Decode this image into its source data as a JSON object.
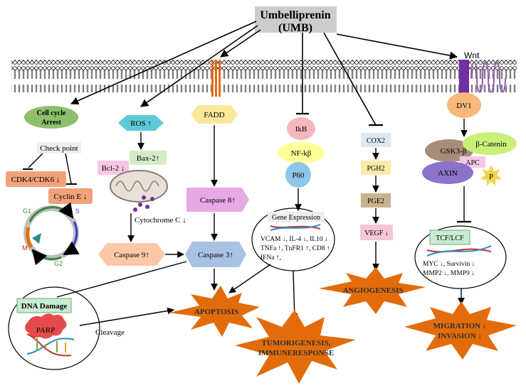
{
  "header": {
    "title_line1": "Umbelliprenin",
    "title_line2": "(UMB)"
  },
  "cell_cycle": {
    "arrest_line1": "Cell cycle",
    "arrest_line2": "Arrest",
    "checkpoint": "Check point",
    "cdk": "CDK4/CDK6 ↓",
    "cyclin": "Cyclin E ↓",
    "phases": {
      "g1": "G1",
      "s": "S",
      "g2": "G2",
      "m": "M"
    }
  },
  "ros_pathway": {
    "ros": "ROS ↑",
    "bax": "Bax-2↑",
    "bcl": "Bcl-2 ↓",
    "cytochrome": "Cytochrome  C ↓",
    "caspase9": "Caspase  9↑"
  },
  "fadd_pathway": {
    "fadd": "FADD",
    "caspase8": "Caspase 8↑",
    "caspase3": "Caspase  3↑"
  },
  "dna_damage": {
    "title": "DNA Damage",
    "parp": "PARP",
    "cleavage": "Cleavage"
  },
  "nfkb_pathway": {
    "ikb": "IkB",
    "nfkb": "NF-kβ",
    "p60": "P60",
    "gene_expression": "Gene Expression",
    "genes_line1": "VCAM ↓, IL-4 ↓, IL10 ↓",
    "genes_line2": "TNFa ↑, TnFR1 ↑, CD8 ↑",
    "genes_line3": "IFNa ↑,"
  },
  "cox_pathway": {
    "cox2": "COX2",
    "pgh2": "PGH2",
    "pge2": "PGE2",
    "vegf": "VEGF ↓"
  },
  "wnt_pathway": {
    "wnt": "Wnt",
    "dv1": "DV1",
    "gsk": "GSK3-β",
    "catenin": "β-Catenin",
    "apc": "APC",
    "axin": "AXIN",
    "p": "P",
    "tcf": "TCF/LCF",
    "targets_line1": "MYC ↓, Survivin ↓",
    "targets_line2": "MMP2 ↓, MMP9 ↓"
  },
  "outcomes": {
    "apoptosis": "APOPTOSIS",
    "tumor_line1": "TUMORIGENESIS,",
    "tumor_line2": "IMMUNERESPONSE",
    "angiogenesis": "ANGIOGENESIS",
    "migration_line1": "MIGRATION ↓",
    "migration_line2": "INVASION ↓"
  },
  "colors": {
    "header_box": "#cccccc",
    "cell_cycle_green": "#8cc06a",
    "cdk_orange": "#f2a27a",
    "ros_teal": "#5fc8d8",
    "bax_green": "#d3ecc5",
    "bcl_pink": "#f6c6e4",
    "fadd_yellow": "#fce79a",
    "caspase8_pink": "#e7a9e3",
    "caspase9_peach": "#f9c8a7",
    "caspase3_blue": "#a9c2e4",
    "dna_green": "#c9ebd1",
    "parp_red": "#e54b4b",
    "ikb_pink": "#f6b7bc",
    "nfkb_yellow": "#ffff99",
    "p60_blue": "#8cc6e8",
    "cox2_blue": "#dce9f3",
    "pgh2_yellow": "#fde9a9",
    "pge2_tan": "#c9b28d",
    "vegf_pink": "#f6c6d8",
    "dv1_orange": "#f7b97b",
    "gsk_brown": "#a88c7a",
    "catenin_green": "#c8f07a",
    "apc_pink": "#f6c6e4",
    "axin_purple": "#8c72c9",
    "p_yellow": "#f2d44c",
    "wnt_purple": "#7030a0",
    "star_orange": "#e36c0a",
    "star_text": "#2f2f2f"
  }
}
